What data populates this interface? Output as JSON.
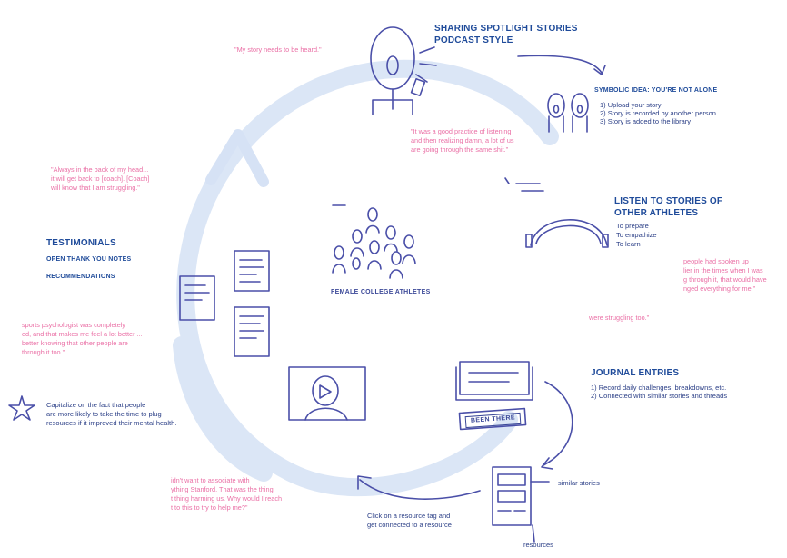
{
  "center": {
    "label": "FEMALE COLLEGE ATHLETES"
  },
  "podcast": {
    "title_line1": "SHARING SPOTLIGHT STORIES",
    "title_line2": "PODCAST STYLE"
  },
  "symbolic": {
    "title": "SYMBOLIC IDEA: YOU'RE NOT ALONE",
    "steps": [
      "1) Upload your story",
      "2) Story is recorded by another person",
      "3) Story is added to the library"
    ]
  },
  "listen": {
    "title_line1": "LISTEN TO STORIES OF",
    "title_line2": "OTHER ATHLETES",
    "items": [
      "To prepare",
      "To empathize",
      "To learn"
    ]
  },
  "journal": {
    "title": "JOURNAL ENTRIES",
    "items": [
      "1) Record daily challenges, breakdowns, etc.",
      "2) Connected with similar stories and threads"
    ],
    "badge": "BEEN THERE"
  },
  "testimonials": {
    "title": "TESTIMONIALS",
    "items": [
      "OPEN THANK YOU NOTES",
      "RECOMMENDATIONS"
    ]
  },
  "quotes": {
    "q1": "\"My story needs to be heard.\"",
    "q2": [
      "\"It was a good practice of listening",
      "and then realizing damn, a lot of us",
      "are going through the same shit.\""
    ],
    "q3": [
      "\"Always in the back of my head...",
      "it will get back to [coach]. [Coach]",
      "will know that I am struggling.\""
    ],
    "q4": [
      "people had spoken up",
      "lier in the times when I was",
      "g through it, that would have",
      "nged everything for me.\""
    ],
    "q5": "were struggling too.\"",
    "q6": [
      "sports psychologist was completely",
      "ed, and that makes me feel a lot better ...",
      "better knowing that other people are",
      "through it too.\""
    ],
    "q7": [
      "idn't want to associate with",
      "ything Stanford. That was the thing",
      "t thing harming us. Why would I reach",
      "t to this to try to help me?\""
    ]
  },
  "capitalize": [
    "Capitalize on the fact that people",
    "are more likely to take the time to plug",
    "resources if it improved their mental health."
  ],
  "resource_tag": [
    "Click on a resource tag and",
    "get connected to a resource"
  ],
  "similar_label": "similar stories",
  "resources_label": "resources",
  "colors": {
    "heading": "#1f4b9a",
    "quote": "#ea6fa5",
    "sketch": "#4a4fa8",
    "circle": "#dbe6f6"
  }
}
